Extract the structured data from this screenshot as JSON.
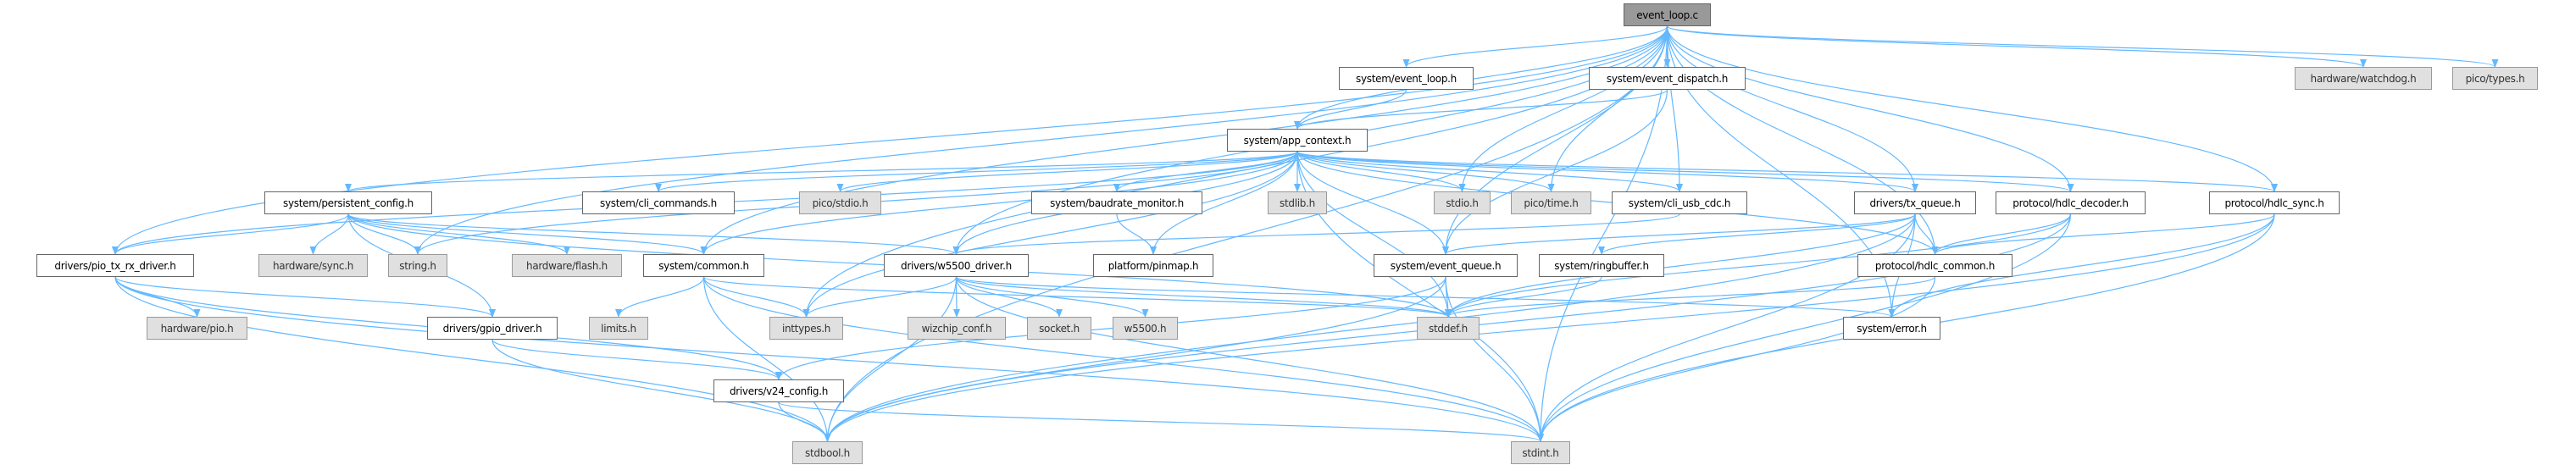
{
  "colors": {
    "edge": "#63b8ff",
    "root_fill": "#999999",
    "external_fill": "#e0e0e0"
  },
  "nodes": [
    {
      "id": "root",
      "label": "event_loop.c",
      "kind": "root"
    },
    {
      "id": "evloop",
      "label": "system/event_loop.h",
      "kind": "file"
    },
    {
      "id": "evdisp",
      "label": "system/event_dispatch.h",
      "kind": "file"
    },
    {
      "id": "watchdog",
      "label": "hardware/watchdog.h",
      "kind": "ext"
    },
    {
      "id": "picotypes",
      "label": "pico/types.h",
      "kind": "ext"
    },
    {
      "id": "appctx",
      "label": "system/app_context.h",
      "kind": "file"
    },
    {
      "id": "pconf",
      "label": "system/persistent_config.h",
      "kind": "file"
    },
    {
      "id": "clicmd",
      "label": "system/cli_commands.h",
      "kind": "file"
    },
    {
      "id": "picostdio",
      "label": "pico/stdio.h",
      "kind": "ext"
    },
    {
      "id": "baud",
      "label": "system/baudrate_monitor.h",
      "kind": "file"
    },
    {
      "id": "stdlib",
      "label": "stdlib.h",
      "kind": "ext"
    },
    {
      "id": "stdio",
      "label": "stdio.h",
      "kind": "ext"
    },
    {
      "id": "picotime",
      "label": "pico/time.h",
      "kind": "ext"
    },
    {
      "id": "cliusb",
      "label": "system/cli_usb_cdc.h",
      "kind": "file"
    },
    {
      "id": "txq",
      "label": "drivers/tx_queue.h",
      "kind": "file"
    },
    {
      "id": "hdec",
      "label": "protocol/hdlc_decoder.h",
      "kind": "file"
    },
    {
      "id": "hsync",
      "label": "protocol/hdlc_sync.h",
      "kind": "file"
    },
    {
      "id": "pio",
      "label": "drivers/pio_tx_rx_driver.h",
      "kind": "file"
    },
    {
      "id": "hwsync",
      "label": "hardware/sync.h",
      "kind": "ext"
    },
    {
      "id": "string",
      "label": "string.h",
      "kind": "ext"
    },
    {
      "id": "flash",
      "label": "hardware/flash.h",
      "kind": "ext"
    },
    {
      "id": "common",
      "label": "system/common.h",
      "kind": "file"
    },
    {
      "id": "w5500drv",
      "label": "drivers/w5500_driver.h",
      "kind": "file"
    },
    {
      "id": "pinmap",
      "label": "platform/pinmap.h",
      "kind": "file"
    },
    {
      "id": "evq",
      "label": "system/event_queue.h",
      "kind": "file"
    },
    {
      "id": "ring",
      "label": "system/ringbuffer.h",
      "kind": "file"
    },
    {
      "id": "hcommon",
      "label": "protocol/hdlc_common.h",
      "kind": "file"
    },
    {
      "id": "hwpio",
      "label": "hardware/pio.h",
      "kind": "ext"
    },
    {
      "id": "gpio",
      "label": "drivers/gpio_driver.h",
      "kind": "file"
    },
    {
      "id": "limits",
      "label": "limits.h",
      "kind": "ext"
    },
    {
      "id": "inttypes",
      "label": "inttypes.h",
      "kind": "ext"
    },
    {
      "id": "wizchip",
      "label": "wizchip_conf.h",
      "kind": "ext"
    },
    {
      "id": "socket",
      "label": "socket.h",
      "kind": "ext"
    },
    {
      "id": "w5500",
      "label": "w5500.h",
      "kind": "ext"
    },
    {
      "id": "stddef",
      "label": "stddef.h",
      "kind": "ext"
    },
    {
      "id": "error",
      "label": "system/error.h",
      "kind": "file"
    },
    {
      "id": "v24",
      "label": "drivers/v24_config.h",
      "kind": "file"
    },
    {
      "id": "stdbool",
      "label": "stdbool.h",
      "kind": "ext"
    },
    {
      "id": "stdint",
      "label": "stdint.h",
      "kind": "ext"
    }
  ],
  "edges": [
    [
      "root",
      "evloop"
    ],
    [
      "root",
      "evdisp"
    ],
    [
      "root",
      "appctx"
    ],
    [
      "root",
      "watchdog"
    ],
    [
      "root",
      "picotypes"
    ],
    [
      "root",
      "stdio"
    ],
    [
      "root",
      "picotime"
    ],
    [
      "root",
      "cliusb"
    ],
    [
      "root",
      "txq"
    ],
    [
      "root",
      "hdec"
    ],
    [
      "root",
      "hsync"
    ],
    [
      "root",
      "hcommon"
    ],
    [
      "root",
      "evq"
    ],
    [
      "root",
      "error"
    ],
    [
      "root",
      "stdint"
    ],
    [
      "root",
      "stdbool"
    ],
    [
      "root",
      "pio"
    ],
    [
      "root",
      "common"
    ],
    [
      "root",
      "string"
    ],
    [
      "root",
      "inttypes"
    ],
    [
      "root",
      "w5500drv"
    ],
    [
      "evloop",
      "appctx"
    ],
    [
      "evdisp",
      "appctx"
    ],
    [
      "evdisp",
      "evq"
    ],
    [
      "appctx",
      "pconf"
    ],
    [
      "appctx",
      "clicmd"
    ],
    [
      "appctx",
      "picostdio"
    ],
    [
      "appctx",
      "baud"
    ],
    [
      "appctx",
      "stdlib"
    ],
    [
      "appctx",
      "stdio"
    ],
    [
      "appctx",
      "picotime"
    ],
    [
      "appctx",
      "cliusb"
    ],
    [
      "appctx",
      "txq"
    ],
    [
      "appctx",
      "hdec"
    ],
    [
      "appctx",
      "hsync"
    ],
    [
      "appctx",
      "pio"
    ],
    [
      "appctx",
      "string"
    ],
    [
      "appctx",
      "common"
    ],
    [
      "appctx",
      "w5500drv"
    ],
    [
      "appctx",
      "pinmap"
    ],
    [
      "appctx",
      "evq"
    ],
    [
      "appctx",
      "hcommon"
    ],
    [
      "appctx",
      "stdint"
    ],
    [
      "appctx",
      "inttypes"
    ],
    [
      "appctx",
      "stddef"
    ],
    [
      "pconf",
      "pio"
    ],
    [
      "pconf",
      "hwsync"
    ],
    [
      "pconf",
      "string"
    ],
    [
      "pconf",
      "flash"
    ],
    [
      "pconf",
      "common"
    ],
    [
      "pconf",
      "gpio"
    ],
    [
      "pconf",
      "w5500drv"
    ],
    [
      "pconf",
      "stddef"
    ],
    [
      "pio",
      "hwpio"
    ],
    [
      "pio",
      "gpio"
    ],
    [
      "pio",
      "v24"
    ],
    [
      "pio",
      "stdbool"
    ],
    [
      "pio",
      "stdint"
    ],
    [
      "gpio",
      "v24"
    ],
    [
      "gpio",
      "stdbool"
    ],
    [
      "common",
      "limits"
    ],
    [
      "common",
      "inttypes"
    ],
    [
      "common",
      "stdbool"
    ],
    [
      "common",
      "stdint"
    ],
    [
      "common",
      "stddef"
    ],
    [
      "w5500drv",
      "wizchip"
    ],
    [
      "w5500drv",
      "socket"
    ],
    [
      "w5500drv",
      "w5500"
    ],
    [
      "w5500drv",
      "inttypes"
    ],
    [
      "w5500drv",
      "stdbool"
    ],
    [
      "w5500drv",
      "stdint"
    ],
    [
      "w5500drv",
      "stddef"
    ],
    [
      "w5500drv",
      "error"
    ],
    [
      "baud",
      "pinmap"
    ],
    [
      "cliusb",
      "w5500drv"
    ],
    [
      "evq",
      "stddef"
    ],
    [
      "evq",
      "stdint"
    ],
    [
      "evq",
      "stdbool"
    ],
    [
      "evq",
      "v24"
    ],
    [
      "ring",
      "stddef"
    ],
    [
      "txq",
      "hcommon"
    ],
    [
      "txq",
      "error"
    ],
    [
      "txq",
      "ring"
    ],
    [
      "txq",
      "stdint"
    ],
    [
      "txq",
      "stdbool"
    ],
    [
      "txq",
      "stddef"
    ],
    [
      "txq",
      "evq"
    ],
    [
      "hdec",
      "hcommon"
    ],
    [
      "hdec",
      "stdint"
    ],
    [
      "hdec",
      "stdbool"
    ],
    [
      "hdec",
      "stddef"
    ],
    [
      "hsync",
      "hcommon"
    ],
    [
      "hsync",
      "error"
    ],
    [
      "hsync",
      "stdbool"
    ],
    [
      "hsync",
      "stdint"
    ],
    [
      "hcommon",
      "stdint"
    ],
    [
      "hcommon",
      "stddef"
    ],
    [
      "v24",
      "stdbool"
    ],
    [
      "v24",
      "stdint"
    ]
  ]
}
